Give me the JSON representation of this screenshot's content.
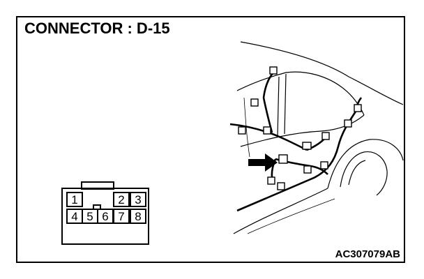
{
  "diagram": {
    "title": "CONNECTOR : D-15",
    "figure_code": "AC307079AB"
  },
  "connector": {
    "top_row": [
      "1",
      "2",
      "3"
    ],
    "bottom_row": [
      "4",
      "5",
      "6",
      "7",
      "8"
    ]
  }
}
